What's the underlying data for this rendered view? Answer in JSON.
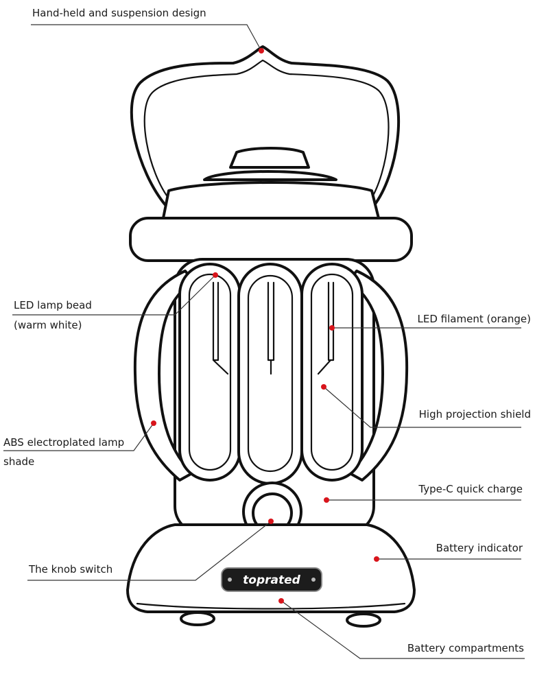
{
  "brand": {
    "logo_text": "toprated"
  },
  "labels": {
    "handle": "Hand-held and suspension design",
    "lamp_bead_1": "LED lamp bead",
    "lamp_bead_2": "(warm white)",
    "filament": "LED filament (orange)",
    "shield": "High projection shield",
    "shade_1": "ABS electroplated lamp",
    "shade_2": "shade",
    "charge": "Type-C quick charge",
    "knob": "The knob switch",
    "battery_indicator": "Battery indicator",
    "battery_compartments": "Battery compartments"
  },
  "colors": {
    "marker": "#d8151c",
    "line": "#111111",
    "logo_bg": "#1c1c1c"
  }
}
